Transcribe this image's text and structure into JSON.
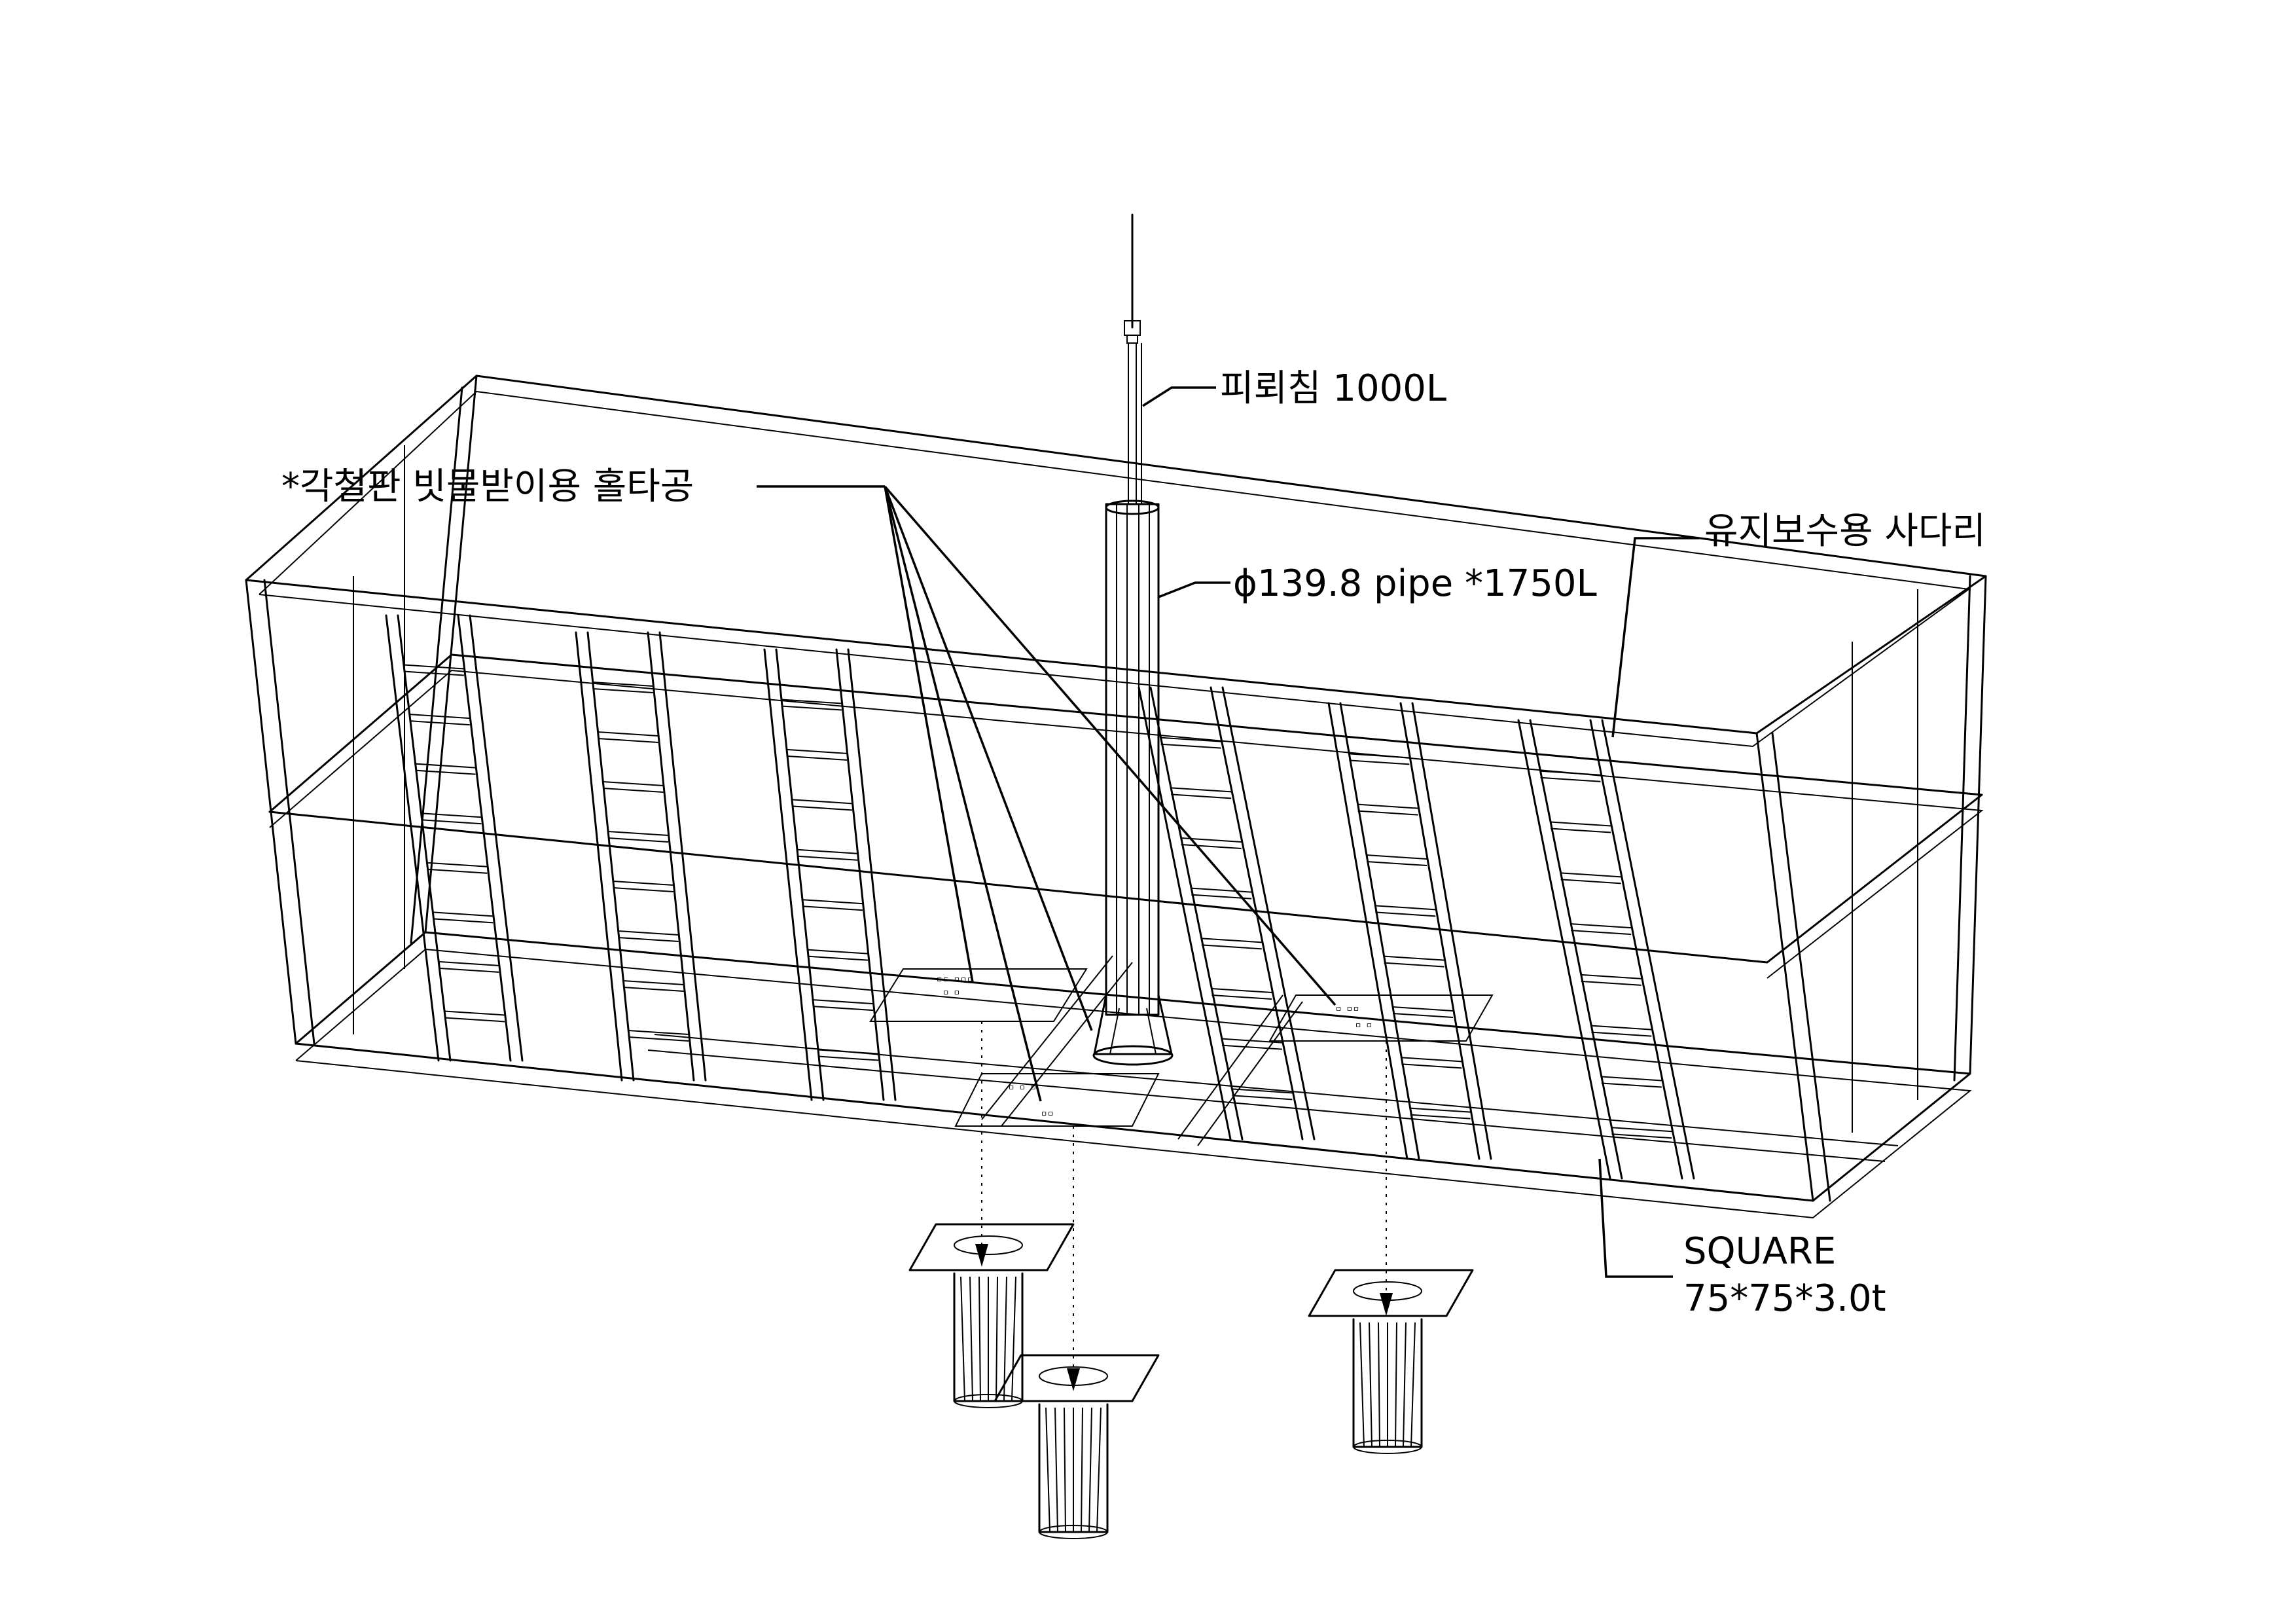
{
  "labels": {
    "lightning_rod": "피뢰침 1000L",
    "drain_holes": "*각철판 빗물받이용 홀타공",
    "pipe": "ϕ139.8 pipe *1750L",
    "ladder": "유지보수용 사다리",
    "square_line1": "SQUARE",
    "square_line2": "75*75*3.0t"
  }
}
